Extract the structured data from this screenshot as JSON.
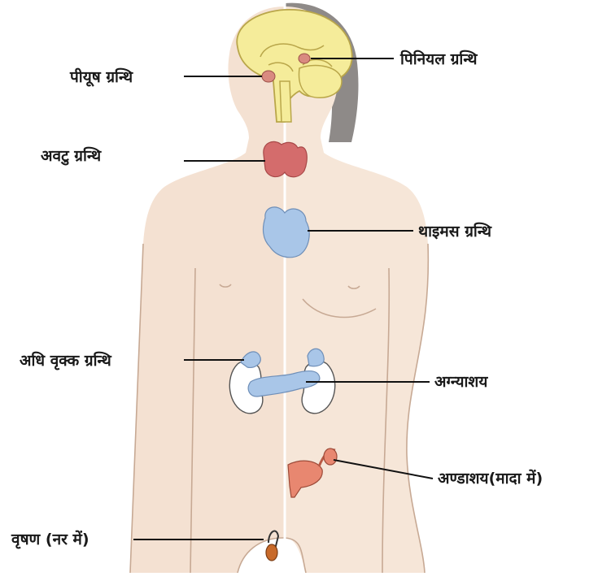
{
  "labels": {
    "pituitary": "पीयूष ग्रन्थि",
    "pineal": "पिनियल ग्रन्थि",
    "thyroid": "अवटु ग्रन्थि",
    "thymus": "थाइमस ग्रन्थि",
    "adrenal": "अधि वृक्क ग्रन्थि",
    "pancreas": "अग्न्याशय",
    "ovary": "अण्डाशय(मादा में)",
    "testis": "वृषण (नर में)"
  },
  "colors": {
    "skin_left": "#f4e1d2",
    "skin_right": "#f6e6d8",
    "outline": "#c7a994",
    "hair": "#8e8a88",
    "brain": "#f5ec9a",
    "brain_outline": "#b9a64a",
    "pituitary": "#d98a80",
    "thyroid": "#d46c6c",
    "thymus": "#a9c6e8",
    "adrenal": "#a9c6e8",
    "kidney": "#ffffff",
    "pancreas": "#a9c6e8",
    "ovary": "#e88770",
    "testis": "#c86a2a"
  }
}
